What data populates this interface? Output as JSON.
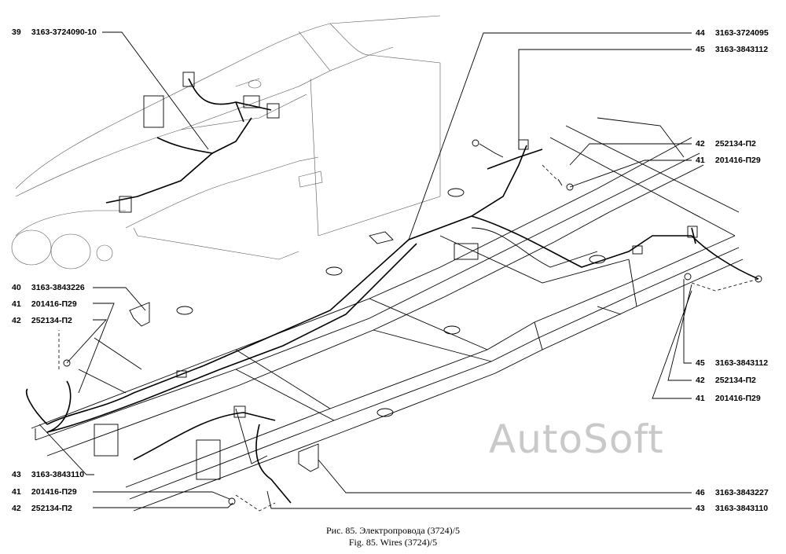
{
  "callouts_left": [
    {
      "num": "39",
      "code": "3163-3724090-10"
    },
    {
      "num": "40",
      "code": "3163-3843226"
    },
    {
      "num": "41",
      "code": "201416-П29"
    },
    {
      "num": "42",
      "code": "252134-П2"
    },
    {
      "num": "43",
      "code": "3163-3843110"
    },
    {
      "num": "41",
      "code": "201416-П29"
    },
    {
      "num": "42",
      "code": "252134-П2"
    }
  ],
  "callouts_right": [
    {
      "num": "44",
      "code": "3163-3724095"
    },
    {
      "num": "45",
      "code": "3163-3843112"
    },
    {
      "num": "42",
      "code": "252134-П2"
    },
    {
      "num": "41",
      "code": "201416-П29"
    },
    {
      "num": "45",
      "code": "3163-3843112"
    },
    {
      "num": "42",
      "code": "252134-П2"
    },
    {
      "num": "41",
      "code": "201416-П29"
    },
    {
      "num": "46",
      "code": "3163-3843227"
    },
    {
      "num": "43",
      "code": "3163-3843110"
    }
  ],
  "watermark": "AutoSoft",
  "caption": {
    "ru": "Рис. 85. Электропровода (3724)/5",
    "en": "Fig. 85. Wires (3724)/5"
  }
}
